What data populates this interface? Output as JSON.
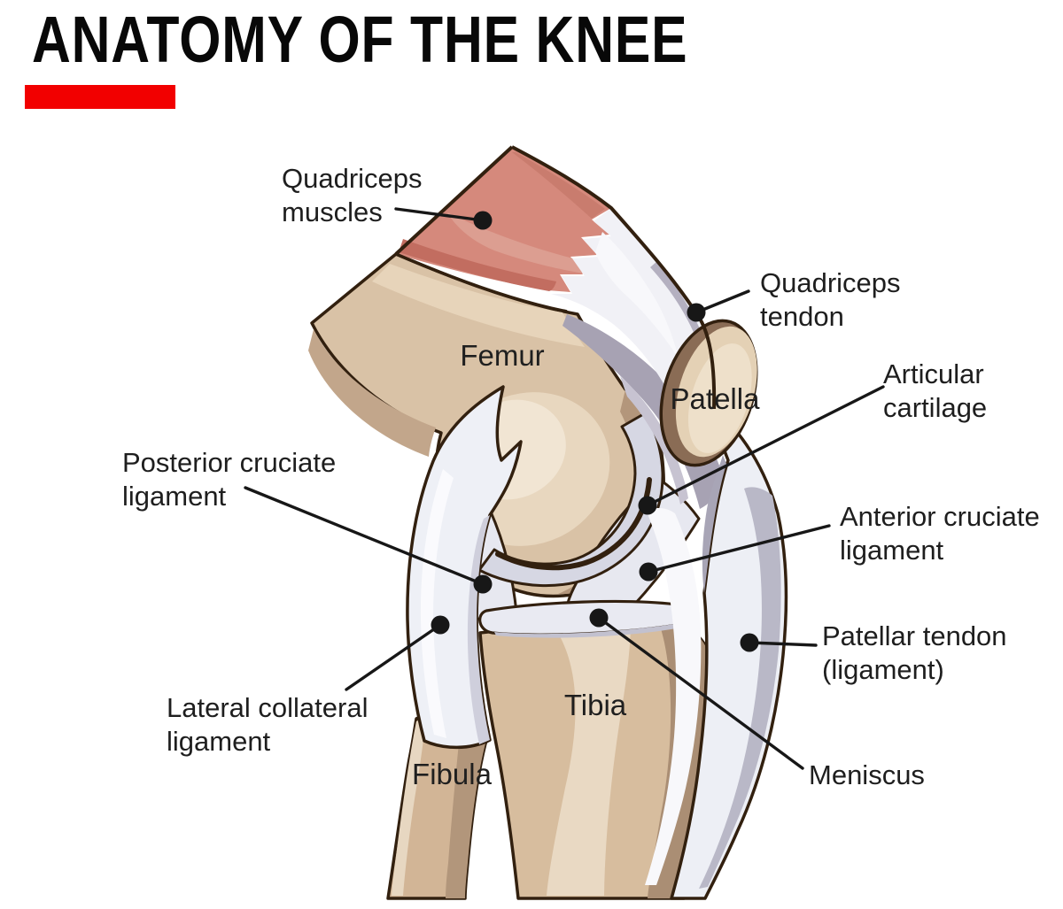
{
  "title": "ANATOMY OF THE KNEE",
  "colors": {
    "accent_red": "#F20000",
    "muscle_pink": "#D5897C",
    "muscle_dark": "#C26D60",
    "bone_tan": "#D9C2A6",
    "bone_light": "#EFE2CE",
    "ligament_white": "#EEF0F6",
    "cartilage_grey": "#D6D7E3",
    "capsule_grey": "#A7A2B3",
    "outline_brown": "#32200F",
    "label_black": "#1E1E1E"
  },
  "labels": {
    "quadriceps_muscles": {
      "line1": "Quadriceps",
      "line2": "muscles"
    },
    "quadriceps_tendon": {
      "line1": "Quadriceps",
      "line2": "tendon"
    },
    "articular_cartilage": {
      "line1": "Articular",
      "line2": "cartilage"
    },
    "anterior_cruciate": {
      "line1": "Anterior cruciate",
      "line2": "ligament"
    },
    "patellar_tendon": {
      "line1": "Patellar tendon",
      "line2": "(ligament)"
    },
    "meniscus": {
      "line1": "Meniscus"
    },
    "posterior_cruciate": {
      "line1": "Posterior cruciate",
      "line2": "ligament"
    },
    "lateral_collateral": {
      "line1": "Lateral collateral",
      "line2": "ligament"
    },
    "femur": "Femur",
    "patella": "Patella",
    "tibia": "Tibia",
    "fibula": "Fibula"
  }
}
